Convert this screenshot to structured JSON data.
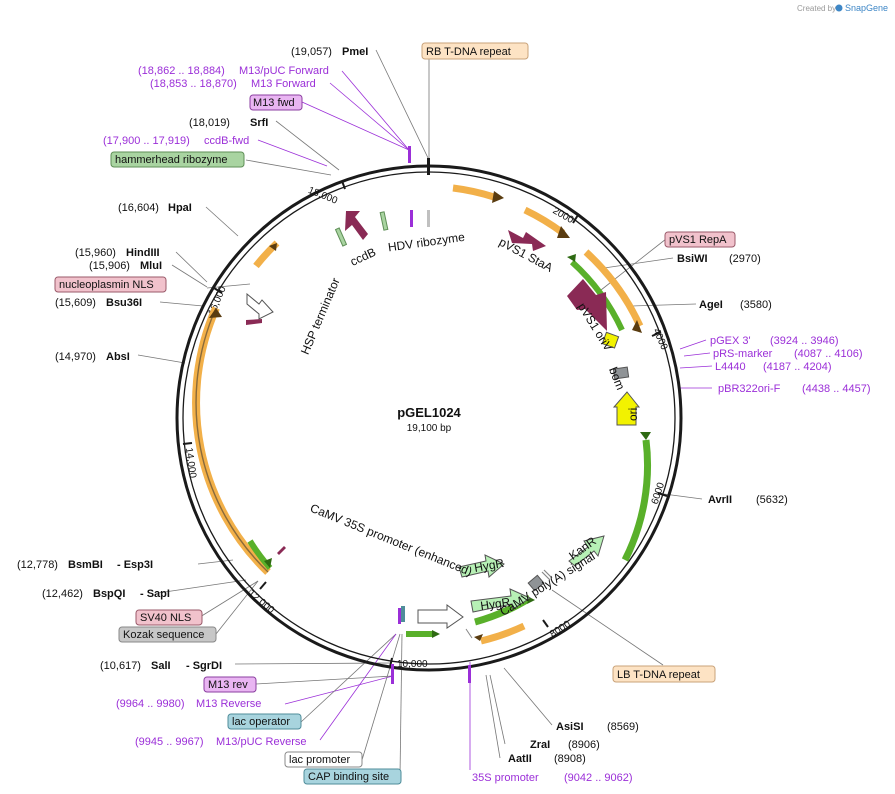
{
  "credit": {
    "prefix": "Created by",
    "brand": "SnapGene"
  },
  "plasmid": {
    "name": "pGEL1024",
    "length": "19,100 bp"
  },
  "colors": {
    "orange": "#f2b049",
    "green": "#59b02a",
    "maroon": "#8a2a55",
    "purple": "#9b2fd8",
    "yellow": "#f2f200",
    "gray": "#8f9396",
    "ring": "#1a1a1a",
    "leader": "#777777"
  },
  "ticks": [
    {
      "label": "2000"
    },
    {
      "label": "4000"
    },
    {
      "label": "6000"
    },
    {
      "label": "8000"
    },
    {
      "label": "10,000"
    },
    {
      "label": "12,000"
    },
    {
      "label": "14,000"
    },
    {
      "label": "16,000"
    },
    {
      "label": "18,000"
    }
  ],
  "sites": [
    {
      "pos": "(19,057)",
      "name": "PmeI"
    },
    {
      "pos": "(18,019)",
      "name": "SrfI"
    },
    {
      "pos": "(16,604)",
      "name": "HpaI"
    },
    {
      "pos": "(15,960)",
      "name": "HindIII"
    },
    {
      "pos": "(15,906)",
      "name": "MluI"
    },
    {
      "pos": "(15,609)",
      "name": "Bsu36I"
    },
    {
      "pos": "(14,970)",
      "name": "AbsI"
    },
    {
      "pos": "(12,778)",
      "name": "BsmBI",
      "name2": "- Esp3I"
    },
    {
      "pos": "(12,462)",
      "name": "BspQI",
      "name2": "- SapI"
    },
    {
      "pos": "(10,617)",
      "name": "SalI",
      "name2": "- SgrDI"
    },
    {
      "pos": "(2970)",
      "name": "BsiWI"
    },
    {
      "pos": "(3580)",
      "name": "AgeI"
    },
    {
      "pos": "(5632)",
      "name": "AvrII"
    },
    {
      "pos": "(8569)",
      "name": "AsiSI"
    },
    {
      "pos": "(8906)",
      "name": "ZraI"
    },
    {
      "pos": "(8908)",
      "name": "AatII"
    }
  ],
  "primers": [
    {
      "range": "(18,862 .. 18,884)",
      "name": "M13/pUC Forward"
    },
    {
      "range": "(18,853 .. 18,870)",
      "name": "M13 Forward"
    },
    {
      "range": "(17,900 .. 17,919)",
      "name": "ccdB-fwd"
    },
    {
      "name": "pGEX 3'",
      "range": "(3924 .. 3946)"
    },
    {
      "name": "pRS-marker",
      "range": "(4087 .. 4106)"
    },
    {
      "name": "L4440",
      "range": "(4187 .. 4204)"
    },
    {
      "name": "pBR322ori-F",
      "range": "(4438 .. 4457)"
    },
    {
      "range": "(9964 .. 9980)",
      "name": "M13 Reverse"
    },
    {
      "range": "(9945 .. 9967)",
      "name": "M13/pUC Reverse"
    },
    {
      "name": "35S promoter",
      "range": "(9042 .. 9062)"
    }
  ],
  "boxes": [
    {
      "text": "RB T-DNA repeat",
      "fill": "#fde3c4",
      "stroke": "#c9a37a"
    },
    {
      "text": "M13 fwd",
      "fill": "#e9b5f2",
      "stroke": "#8b3fa0"
    },
    {
      "text": "hammerhead ribozyme",
      "fill": "#a9d4a1",
      "stroke": "#5f8f57"
    },
    {
      "text": "pVS1 RepA",
      "fill": "#f1c2cc",
      "stroke": "#9a5a6a"
    },
    {
      "text": "nucleoplasmin NLS",
      "fill": "#f1c2cc",
      "stroke": "#9a5a6a"
    },
    {
      "text": "SV40 NLS",
      "fill": "#f1c2cc",
      "stroke": "#9a5a6a"
    },
    {
      "text": "Kozak sequence",
      "fill": "#c7c7c7",
      "stroke": "#888888"
    },
    {
      "text": "LB T-DNA repeat",
      "fill": "#fde3c4",
      "stroke": "#c9a37a"
    },
    {
      "text": "M13 rev",
      "fill": "#e9b5f2",
      "stroke": "#8b3fa0"
    },
    {
      "text": "lac operator",
      "fill": "#a8d4de",
      "stroke": "#4f8d9a"
    },
    {
      "text": "lac promoter",
      "fill": "#ffffff",
      "stroke": "#888888"
    },
    {
      "text": "CAP binding site",
      "fill": "#a8d4de",
      "stroke": "#4f8d9a"
    }
  ],
  "features": [
    {
      "text": "ccdB"
    },
    {
      "text": "HDV ribozyme"
    },
    {
      "text": "pVS1 StaA"
    },
    {
      "text": "pVS1 oriV"
    },
    {
      "text": "bom"
    },
    {
      "text": "ori"
    },
    {
      "text": "HSP terminator"
    },
    {
      "text": "CaMV 35S promoter (enhanced)"
    },
    {
      "text": "CaMV poly(A) signal"
    },
    {
      "text": "HygR"
    },
    {
      "text": "HygR"
    },
    {
      "text": "KanR"
    }
  ]
}
